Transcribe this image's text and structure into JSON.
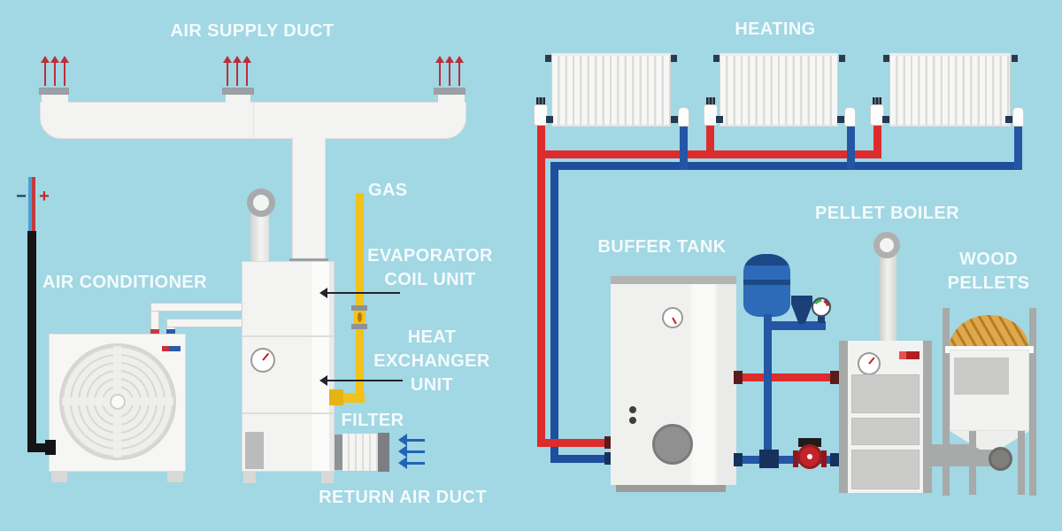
{
  "labels": {
    "air_supply_duct": "AIR SUPPLY DUCT",
    "air_conditioner": "AIR CONDITIONER",
    "gas": "GAS",
    "evaporator_line1": "EVAPORATOR",
    "evaporator_line2": "COIL UNIT",
    "heat_exchanger_line1": "HEAT",
    "heat_exchanger_line2": "EXCHANGER",
    "heat_exchanger_line3": "UNIT",
    "filter": "FILTER",
    "return_air_duct": "RETURN AIR DUCT",
    "heating": "HEATING",
    "buffer_tank": "BUFFER TANK",
    "pellet_boiler": "PELLET BOILER",
    "wood_pellets_line1": "WOOD",
    "wood_pellets_line2": "PELLETS",
    "polarity_minus": "−",
    "polarity_plus": "+"
  },
  "colors": {
    "background": "#a2d7e4",
    "label_text": "#f3fbfc",
    "hot_water_pipe": "#dd2c2c",
    "cold_water_pipe": "#2456a5",
    "gas_pipe": "#f1c21b",
    "supply_air_arrow": "#b8303a",
    "return_air_arrow": "#2263b5",
    "power_cable": "#141414",
    "wood_pellets": "#e0a84e",
    "expansion_tank": "#2d6ab8",
    "pump": "#c2242a"
  },
  "counts": {
    "radiators": 3,
    "supply_vents": 3,
    "supply_arrows_per_vent": 3,
    "return_air_arrows": 3
  }
}
